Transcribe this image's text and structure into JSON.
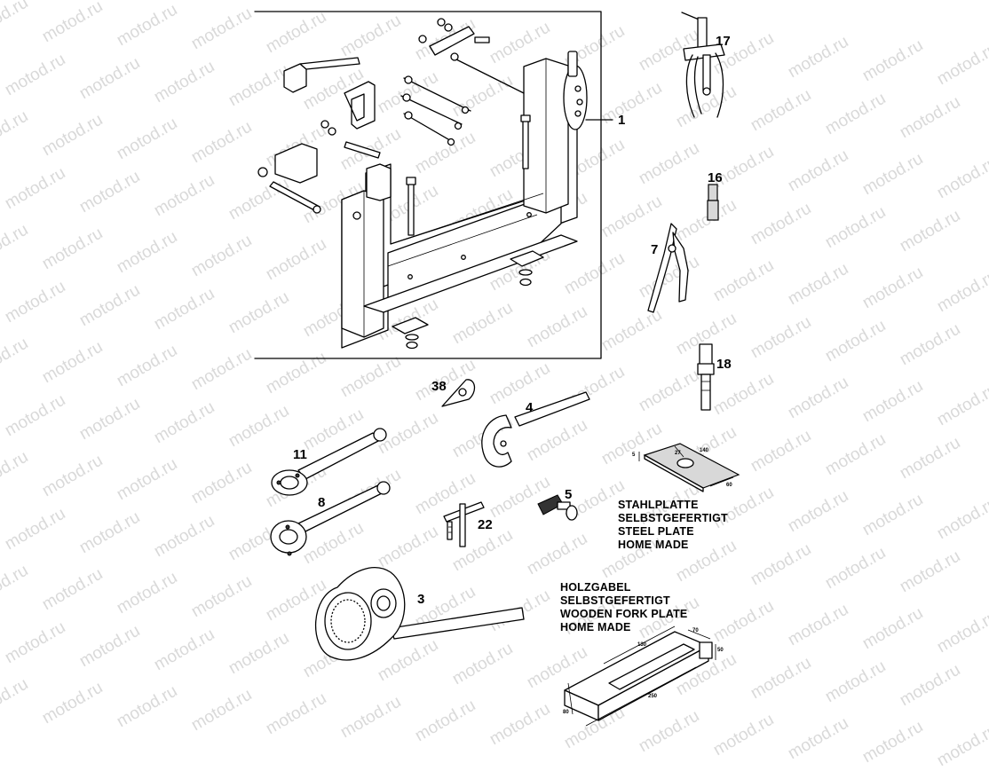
{
  "watermark_text": "motod.ru",
  "callouts": {
    "c1": "1",
    "c3": "3",
    "c4": "4",
    "c5": "5",
    "c7": "7",
    "c8": "8",
    "c11": "11",
    "c16": "16",
    "c17": "17",
    "c18": "18",
    "c22": "22",
    "c38": "38"
  },
  "steel_plate_note": {
    "line1": "STAHLPLATTE",
    "line2": "SELBSTGEFERTIGT",
    "line3": "STEEL PLATE",
    "line4": "HOME MADE"
  },
  "steel_plate_dims": {
    "thickness": "5",
    "hole": "27",
    "length": "140",
    "width": "60"
  },
  "wooden_fork_note": {
    "line1": "HOLZGABEL",
    "line2": "SELBSTGEFERTIGT",
    "line3": "WOODEN FORK PLATE",
    "line4": "HOME MADE"
  },
  "wooden_fork_dims": {
    "slot_length": "130",
    "height": "50",
    "side": "70",
    "width": "80",
    "length": "250"
  }
}
